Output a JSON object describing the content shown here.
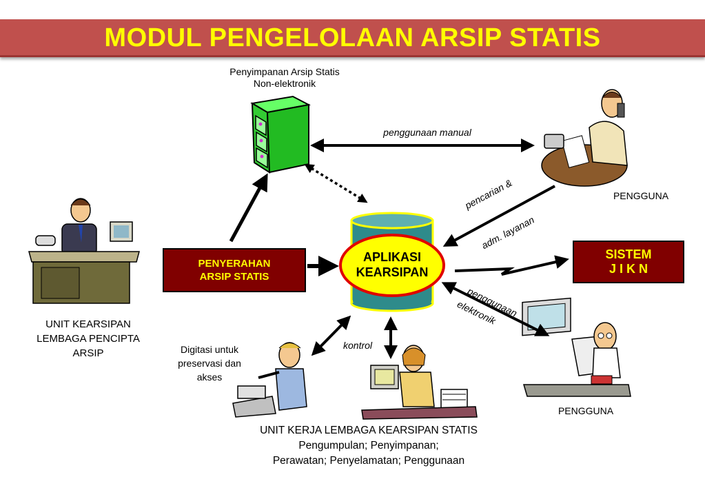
{
  "title": "MODUL PENGELOLAAN ARSIP STATIS",
  "storage": {
    "line1": "Penyimpanan Arsip Statis",
    "line2": "Non-elektronik"
  },
  "labels": {
    "manual": "penggunaan manual",
    "search1": "pencarian &",
    "search2": "adm. layanan",
    "elec1": "penggunaan",
    "elec2": "elektronik",
    "kontrol": "kontrol"
  },
  "user_top": "PENGGUNA",
  "user_bottom": "PENGGUNA",
  "handover": {
    "line1": "PENYERAHAN",
    "line2": "ARSIP STATIS"
  },
  "app": {
    "line1": "APLIKASI",
    "line2": "KEARSIPAN"
  },
  "sistem": {
    "line1": "SISTEM",
    "line2": "J I K N"
  },
  "unit_creator": {
    "line1": "UNIT KEARSIPAN",
    "line2": "LEMBAGA PENCIPTA",
    "line3": "ARSIP"
  },
  "digitize": {
    "line1": "Digitasi untuk",
    "line2": "preservasi dan",
    "line3": "akses"
  },
  "unit_statis": {
    "line1": "UNIT KERJA LEMBAGA KEARSIPAN STATIS",
    "line2": "Pengumpulan;  Penyimpanan;",
    "line3": "Perawatan; Penyelamatan; Penggunaan"
  },
  "colors": {
    "title_bg": "#c0504d",
    "title_text": "#ffff00",
    "box_bg": "#800000",
    "box_text": "#ffff00",
    "cylinder": "#2e8b8b",
    "ellipse": "#ffff00",
    "ellipse_border": "#e00000"
  }
}
